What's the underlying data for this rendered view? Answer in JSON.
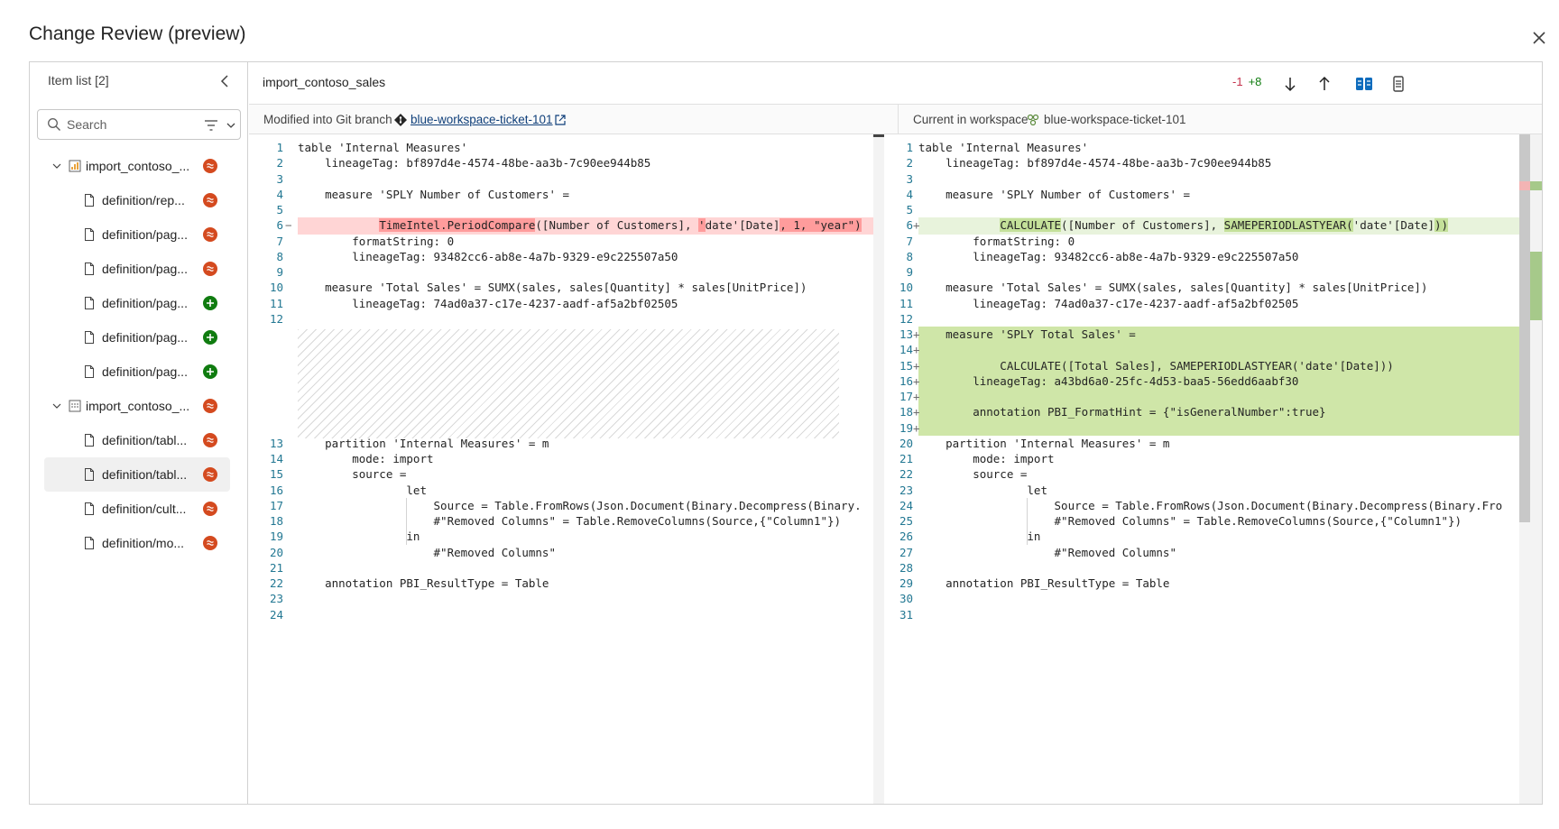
{
  "dialog": {
    "title": "Change Review (preview)"
  },
  "sidebar": {
    "header": "Item list [2]",
    "search_placeholder": "Search",
    "items": [
      {
        "label": "import_contoso_...",
        "level": 0,
        "kind": "report",
        "status": "modified"
      },
      {
        "label": "definition/rep...",
        "level": 1,
        "kind": "file",
        "status": "modified"
      },
      {
        "label": "definition/pag...",
        "level": 1,
        "kind": "file",
        "status": "modified"
      },
      {
        "label": "definition/pag...",
        "level": 1,
        "kind": "file",
        "status": "modified"
      },
      {
        "label": "definition/pag...",
        "level": 1,
        "kind": "file",
        "status": "added"
      },
      {
        "label": "definition/pag...",
        "level": 1,
        "kind": "file",
        "status": "added"
      },
      {
        "label": "definition/pag...",
        "level": 1,
        "kind": "file",
        "status": "added"
      },
      {
        "label": "import_contoso_...",
        "level": 0,
        "kind": "model",
        "status": "modified"
      },
      {
        "label": "definition/tabl...",
        "level": 1,
        "kind": "file",
        "status": "modified"
      },
      {
        "label": "definition/tabl...",
        "level": 1,
        "kind": "file",
        "status": "modified",
        "selected": true
      },
      {
        "label": "definition/cult...",
        "level": 1,
        "kind": "file",
        "status": "modified"
      },
      {
        "label": "definition/mo...",
        "level": 1,
        "kind": "file",
        "status": "modified"
      }
    ]
  },
  "file": {
    "name": "import_contoso_sales",
    "removed_count": "-1",
    "added_count": "+8"
  },
  "left_pane": {
    "label": "Modified into Git branch",
    "branch": "blue-workspace-ticket-101"
  },
  "right_pane": {
    "label": "Current in workspace",
    "workspace": "blue-workspace-ticket-101"
  },
  "colors": {
    "removed_line": "#ffd5d5",
    "removed_highlight": "#ff9c9c",
    "added_line": "#e8f3dc",
    "added_block": "#cfe6a8",
    "modified_badge": "#d44a1f",
    "added_badge": "#107c10"
  },
  "left_code": [
    {
      "n": "1",
      "t": "table 'Internal Measures'"
    },
    {
      "n": "2",
      "t": "    lineageTag: bf897d4e-4574-48be-aa3b-7c90ee944b85"
    },
    {
      "n": "3",
      "t": ""
    },
    {
      "n": "4",
      "t": "    measure 'SPLY Number of Customers' ="
    },
    {
      "n": "5",
      "t": ""
    },
    {
      "n": "6",
      "t": "            TimeIntel.PeriodCompare([Number of Customers], 'date'[Date], 1, \"year\")",
      "type": "removed"
    },
    {
      "n": "7",
      "t": "        formatString: 0"
    },
    {
      "n": "8",
      "t": "        lineageTag: 93482cc6-ab8e-4a7b-9329-e9c225507a50"
    },
    {
      "n": "9",
      "t": ""
    },
    {
      "n": "10",
      "t": "    measure 'Total Sales' = SUMX(sales, sales[Quantity] * sales[UnitPrice])"
    },
    {
      "n": "11",
      "t": "        lineageTag: 74ad0a37-c17e-4237-aadf-af5a2bf02505"
    },
    {
      "n": "12",
      "t": ""
    },
    {
      "n": "13",
      "t": "    partition 'Internal Measures' = m"
    },
    {
      "n": "14",
      "t": "        mode: import"
    },
    {
      "n": "15",
      "t": "        source ="
    },
    {
      "n": "16",
      "t": "                let"
    },
    {
      "n": "17",
      "t": "                    Source = Table.FromRows(Json.Document(Binary.Decompress(Binary."
    },
    {
      "n": "18",
      "t": "                    #\"Removed Columns\" = Table.RemoveColumns(Source,{\"Column1\"})"
    },
    {
      "n": "19",
      "t": "                in"
    },
    {
      "n": "20",
      "t": "                    #\"Removed Columns\""
    },
    {
      "n": "21",
      "t": ""
    },
    {
      "n": "22",
      "t": "    annotation PBI_ResultType = Table"
    },
    {
      "n": "23",
      "t": ""
    },
    {
      "n": "24",
      "t": ""
    }
  ],
  "right_code": [
    {
      "n": "1",
      "t": "table 'Internal Measures'"
    },
    {
      "n": "2",
      "t": "    lineageTag: bf897d4e-4574-48be-aa3b-7c90ee944b85"
    },
    {
      "n": "3",
      "t": ""
    },
    {
      "n": "4",
      "t": "    measure 'SPLY Number of Customers' ="
    },
    {
      "n": "5",
      "t": ""
    },
    {
      "n": "6",
      "t": "            CALCULATE([Number of Customers], SAMEPERIODLASTYEAR('date'[Date]))",
      "type": "added"
    },
    {
      "n": "7",
      "t": "        formatString: 0"
    },
    {
      "n": "8",
      "t": "        lineageTag: 93482cc6-ab8e-4a7b-9329-e9c225507a50"
    },
    {
      "n": "9",
      "t": ""
    },
    {
      "n": "10",
      "t": "    measure 'Total Sales' = SUMX(sales, sales[Quantity] * sales[UnitPrice])"
    },
    {
      "n": "11",
      "t": "        lineageTag: 74ad0a37-c17e-4237-aadf-af5a2bf02505"
    },
    {
      "n": "12",
      "t": ""
    },
    {
      "n": "13",
      "t": "    measure 'SPLY Total Sales' =",
      "type": "block"
    },
    {
      "n": "14",
      "t": "",
      "type": "block"
    },
    {
      "n": "15",
      "t": "            CALCULATE([Total Sales], SAMEPERIODLASTYEAR('date'[Date]))",
      "type": "block"
    },
    {
      "n": "16",
      "t": "        lineageTag: a43bd6a0-25fc-4d53-baa5-56edd6aabf30",
      "type": "block"
    },
    {
      "n": "17",
      "t": "",
      "type": "block"
    },
    {
      "n": "18",
      "t": "        annotation PBI_FormatHint = {\"isGeneralNumber\":true}",
      "type": "block"
    },
    {
      "n": "19",
      "t": "",
      "type": "block"
    },
    {
      "n": "20",
      "t": "    partition 'Internal Measures' = m"
    },
    {
      "n": "21",
      "t": "        mode: import"
    },
    {
      "n": "22",
      "t": "        source ="
    },
    {
      "n": "23",
      "t": "                let"
    },
    {
      "n": "24",
      "t": "                    Source = Table.FromRows(Json.Document(Binary.Decompress(Binary.Fro"
    },
    {
      "n": "25",
      "t": "                    #\"Removed Columns\" = Table.RemoveColumns(Source,{\"Column1\"})"
    },
    {
      "n": "26",
      "t": "                in"
    },
    {
      "n": "27",
      "t": "                    #\"Removed Columns\""
    },
    {
      "n": "28",
      "t": ""
    },
    {
      "n": "29",
      "t": "    annotation PBI_ResultType = Table"
    },
    {
      "n": "30",
      "t": ""
    },
    {
      "n": "31",
      "t": ""
    }
  ]
}
